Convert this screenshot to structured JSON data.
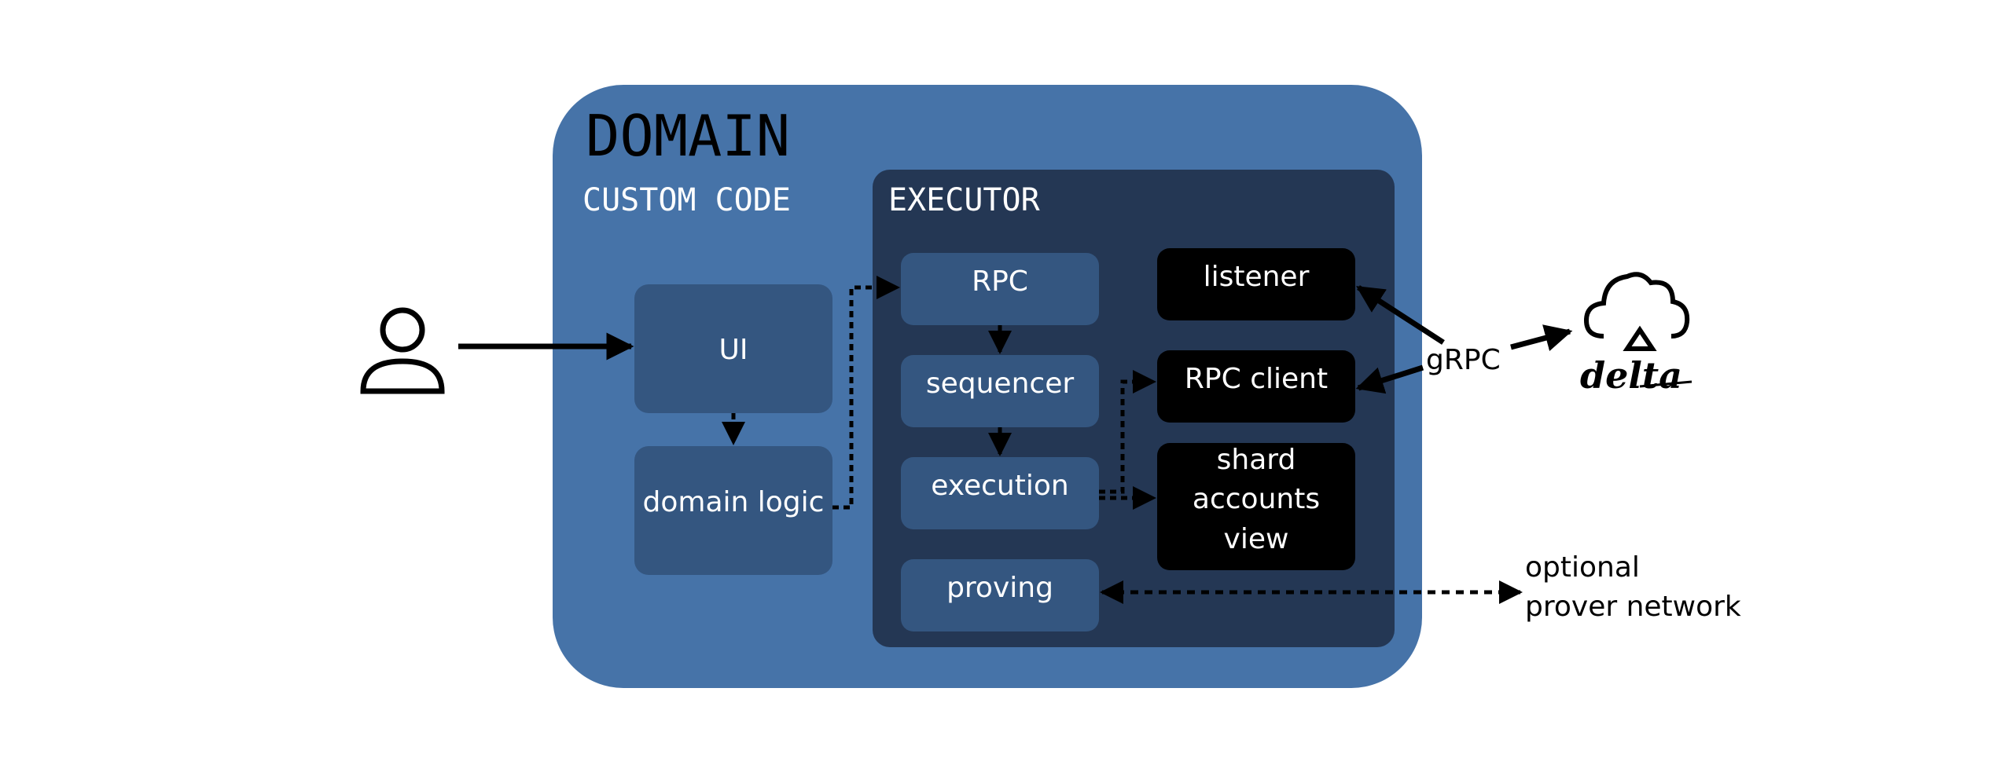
{
  "domain": {
    "title": "DOMAIN"
  },
  "custom_code": {
    "label": "CUSTOM CODE",
    "ui_label": "UI",
    "domain_logic_label": "domain logic"
  },
  "executor": {
    "label": "EXECUTOR",
    "rpc_label": "RPC",
    "sequencer_label": "sequencer",
    "execution_label": "execution",
    "proving_label": "proving",
    "listener_label": "listener",
    "rpc_client_label": "RPC client",
    "shard_line1": "shard",
    "shard_line2": "accounts",
    "shard_line3": "view"
  },
  "external": {
    "grpc_label": "gRPC",
    "delta_logo_text": "delta",
    "prover_line1": "optional",
    "prover_line2": "prover network"
  },
  "icons": {
    "user": "user-icon",
    "cloud": "cloud-icon"
  },
  "colors": {
    "domain_bg": "#4673a8",
    "executor_bg": "#243754",
    "component_bg": "#345680",
    "external_bg": "#000000",
    "text_light": "#ffffff",
    "text_dark": "#000000"
  }
}
